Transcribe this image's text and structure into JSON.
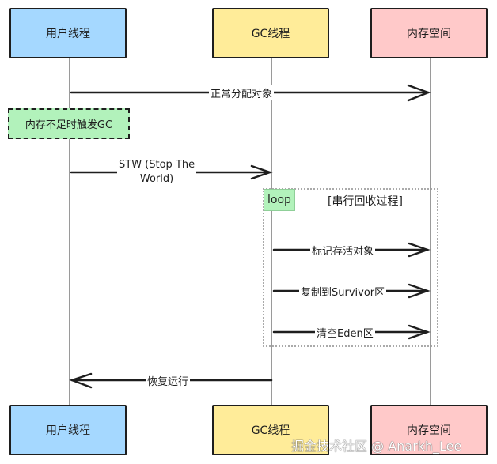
{
  "participants": [
    {
      "id": "user",
      "label": "用户线程",
      "color": "#a5d8ff"
    },
    {
      "id": "gc",
      "label": "GC线程",
      "color": "#ffec99"
    },
    {
      "id": "mem",
      "label": "内存空间",
      "color": "#ffc9c9"
    }
  ],
  "messages": [
    {
      "from": "user",
      "to": "mem",
      "label": "正常分配对象"
    },
    {
      "from": "user",
      "to": "gc",
      "label": "STW (Stop The World)",
      "label_lines": [
        "STW (Stop The",
        "World)"
      ]
    },
    {
      "from": "gc",
      "to": "mem",
      "label": "标记存活对象"
    },
    {
      "from": "gc",
      "to": "mem",
      "label": "复制到Survivor区"
    },
    {
      "from": "gc",
      "to": "mem",
      "label": "清空Eden区"
    },
    {
      "from": "gc",
      "to": "user",
      "label": "恢复运行"
    }
  ],
  "note": {
    "over": "user",
    "label": "内存不足时触发GC",
    "color": "#b2f2bb"
  },
  "loop": {
    "tag": "loop",
    "title": "[串行回收过程]"
  },
  "watermark": "掘金技术社区 @ Anarkh_Lee"
}
